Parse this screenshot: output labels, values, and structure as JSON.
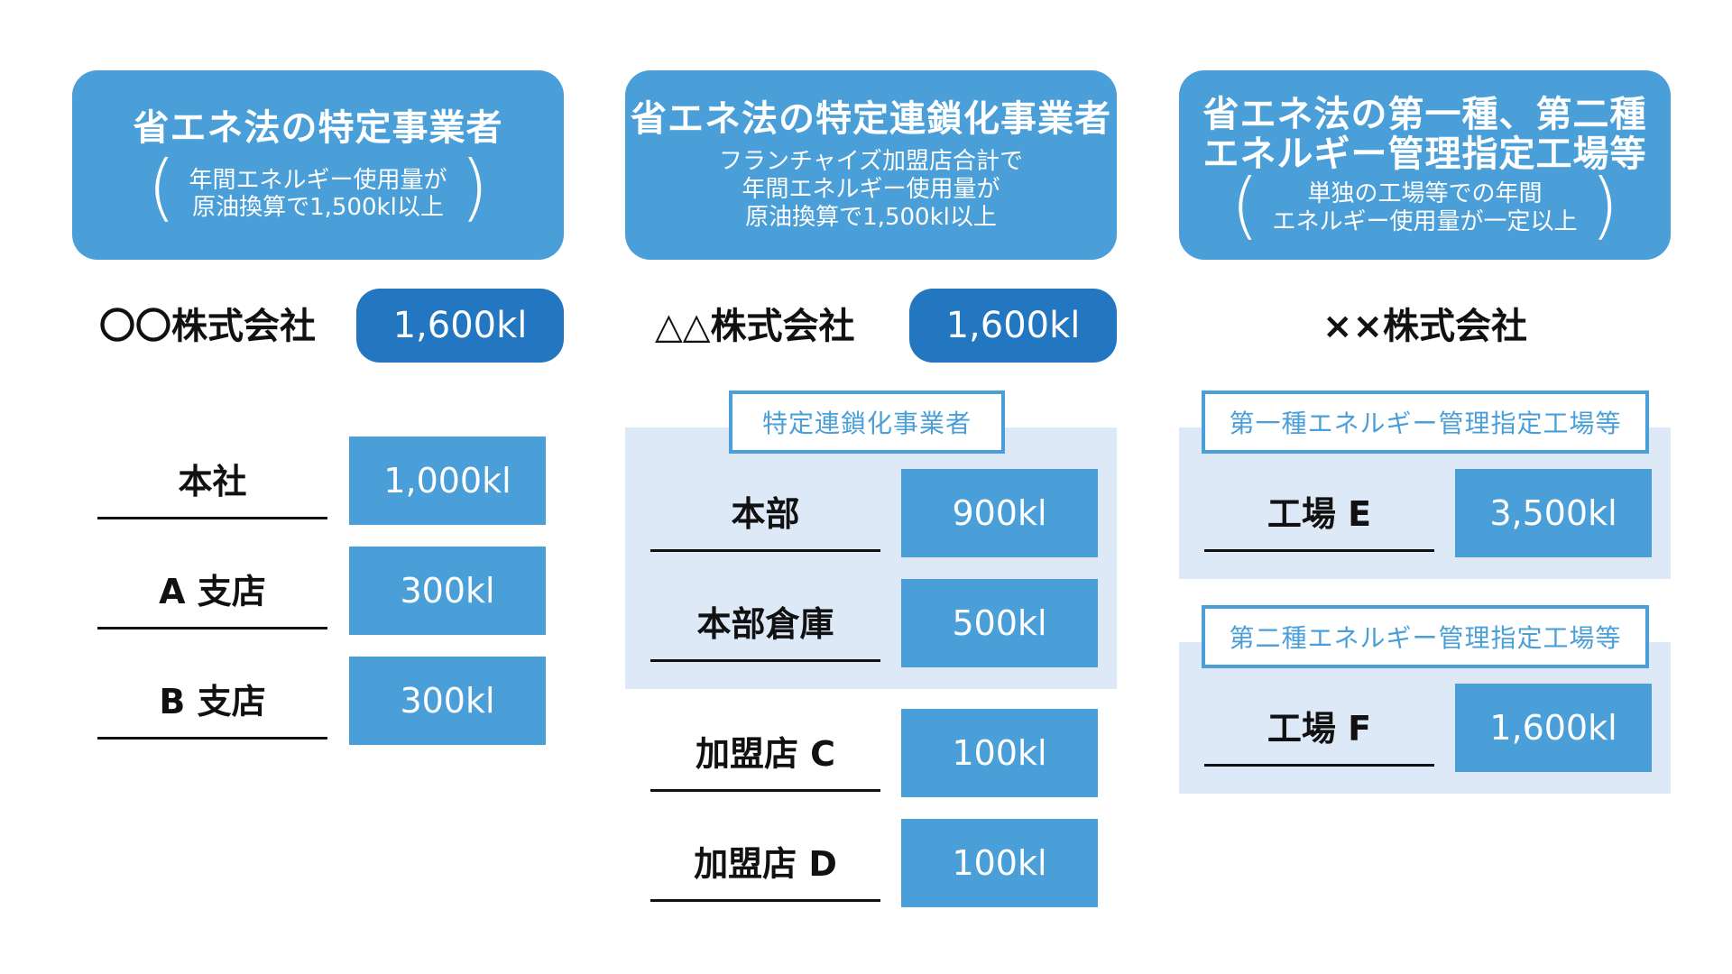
{
  "columns": [
    {
      "header": {
        "title_lines": [
          "省エネ法の特定事業者"
        ],
        "sub_lines": [
          "年間エネルギー使用量が",
          "原油換算で1,500kl以上"
        ]
      },
      "company": "〇〇株式会社",
      "total": "1,600kl",
      "rows": [
        {
          "label": "本社",
          "value": "1,000kl"
        },
        {
          "label": "A 支店",
          "value": "300kl"
        },
        {
          "label": "B 支店",
          "value": "300kl"
        }
      ]
    },
    {
      "header": {
        "title_lines": [
          "省エネ法の特定連鎖化事業者"
        ],
        "sub_lines": [
          "フランチャイズ加盟店合計で",
          "年間エネルギー使用量が",
          "原油換算で1,500kl以上"
        ]
      },
      "company": "△△株式会社",
      "total": "1,600kl",
      "group": {
        "tag": "特定連鎖化事業者",
        "rows": [
          {
            "label": "本部",
            "value": "900kl"
          },
          {
            "label": "本部倉庫",
            "value": "500kl"
          }
        ]
      },
      "rows": [
        {
          "label": "加盟店 C",
          "value": "100kl"
        },
        {
          "label": "加盟店 D",
          "value": "100kl"
        }
      ]
    },
    {
      "header": {
        "title_lines": [
          "省エネ法の第一種、第二種",
          "エネルギー管理指定工場等"
        ],
        "sub_lines": [
          "単独の工場等での年間",
          "エネルギー使用量が一定以上"
        ]
      },
      "company": "××株式会社",
      "groups": [
        {
          "tag": "第一種エネルギー管理指定工場等",
          "label": "工場 E",
          "value": "3,500kl"
        },
        {
          "tag": "第二種エネルギー管理指定工場等",
          "label": "工場 F",
          "value": "1,600kl"
        }
      ]
    }
  ]
}
